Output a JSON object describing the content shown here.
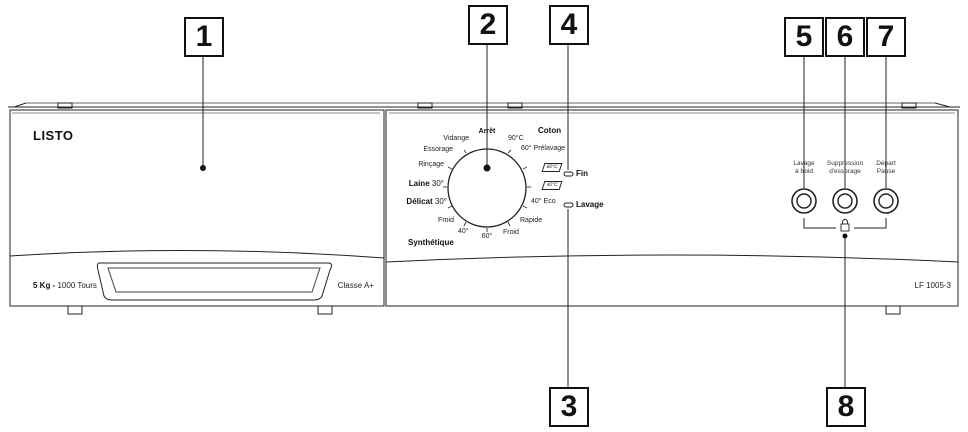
{
  "brand": "LISTO",
  "left_panel": {
    "capacity_bold": "5 Kg -",
    "capacity_rest": "1000 Tours",
    "energy_class": "Classe A+"
  },
  "right_panel": {
    "model": "LF 1005-3"
  },
  "callouts": {
    "c1": "1",
    "c2": "2",
    "c3": "3",
    "c4": "4",
    "c5": "5",
    "c6": "6",
    "c7": "7",
    "c8": "8"
  },
  "programs": {
    "arret": "Arrêt",
    "coton": "Coton",
    "c90": "90°C",
    "c60pre": "60° Prélavage",
    "temp1": "60°C",
    "temp2": "40°C",
    "c40eco": "40° Eco",
    "rapide": "Rapide",
    "froid_right": "Froid",
    "c60": "60°",
    "c40": "40°",
    "froid_left": "Froid",
    "delicat_bold": "Délicat",
    "delicat_temp": "30°",
    "laine_bold": "Laine",
    "laine_temp": "30°",
    "rincage": "Rinçage",
    "essorage": "Essorage",
    "vidange": "Vidange",
    "synthetique": "Synthétique"
  },
  "indicators": {
    "fin": "Fin",
    "lavage": "Lavage"
  },
  "buttons": {
    "b5_line1": "Lavage",
    "b5_line2": "à froid",
    "b6_line1": "Suppression",
    "b6_line2": "d'essorage",
    "b7_line1": "Départ",
    "b7_line2": "Pause"
  },
  "icons": {
    "lock": "lock-icon"
  }
}
